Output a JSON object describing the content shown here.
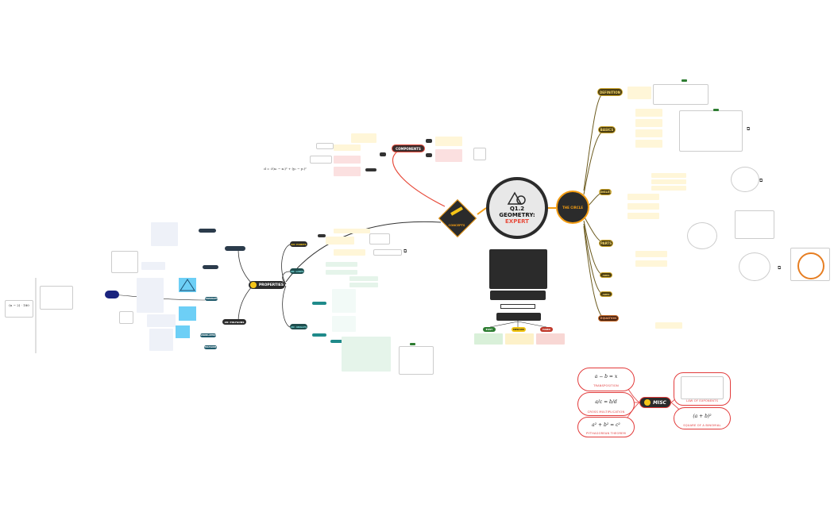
{
  "center": {
    "title_line1": "Q1.2",
    "title_line2": "GEOMETRY:",
    "title_line3": "EXPERT"
  },
  "branches": {
    "concepts": "CONCEPTS",
    "the_circle": "THE CIRCLE",
    "properties": "PROPERTIES",
    "components": "COMPONENTS",
    "misc": "MISC"
  },
  "circle_children": {
    "definition": "DEFINITION",
    "basics": "BASICS",
    "parts": "PARTS",
    "angles": "ANGLES",
    "area": "AREA",
    "equation": "EQUATION"
  },
  "properties_children": {
    "points": "2D: POINTS",
    "lines": "2D: LINES",
    "angles": "2D: ANGLES",
    "polygons": "2D: POLYGONS"
  },
  "polygon_children": {
    "triangles": "TRIANGLES",
    "quadrilateral": "QUADRILATERAL",
    "general_polygons": "POLYGONS"
  },
  "difficulty": {
    "easy": "EASY",
    "medium": "MEDIUM",
    "hard": "HARD"
  },
  "misc_items": [
    {
      "formula": "a − b = x",
      "caption": "TRANSPOSITION"
    },
    {
      "formula": "a/c = b/d",
      "caption": "CROSS MULTIPLICATION"
    },
    {
      "formula": "a² + b² = c²",
      "caption": "PYTHAGOREAN THEOREM"
    },
    {
      "formula": "",
      "caption": "LAW OF EXPONENTS"
    },
    {
      "formula": "(a + b)²",
      "caption": "SQUARE OF A BINOMIAL"
    }
  ],
  "components_formula": "d = √(x₂ − x₁)² + (y₂ − y₁)²",
  "left_formula": "(n − 2) · 180",
  "colors": {
    "dark_node": "#2b2b2b",
    "olive_node": "#6b5a1e",
    "orange": "#f39c12",
    "red_link": "#e74c3c",
    "teal": "#1f8a8a",
    "misc_red": "#e23b3b",
    "easy_green": "#2e7d32",
    "medium_yellow": "#f1c40f",
    "hard_red": "#c0392b"
  }
}
